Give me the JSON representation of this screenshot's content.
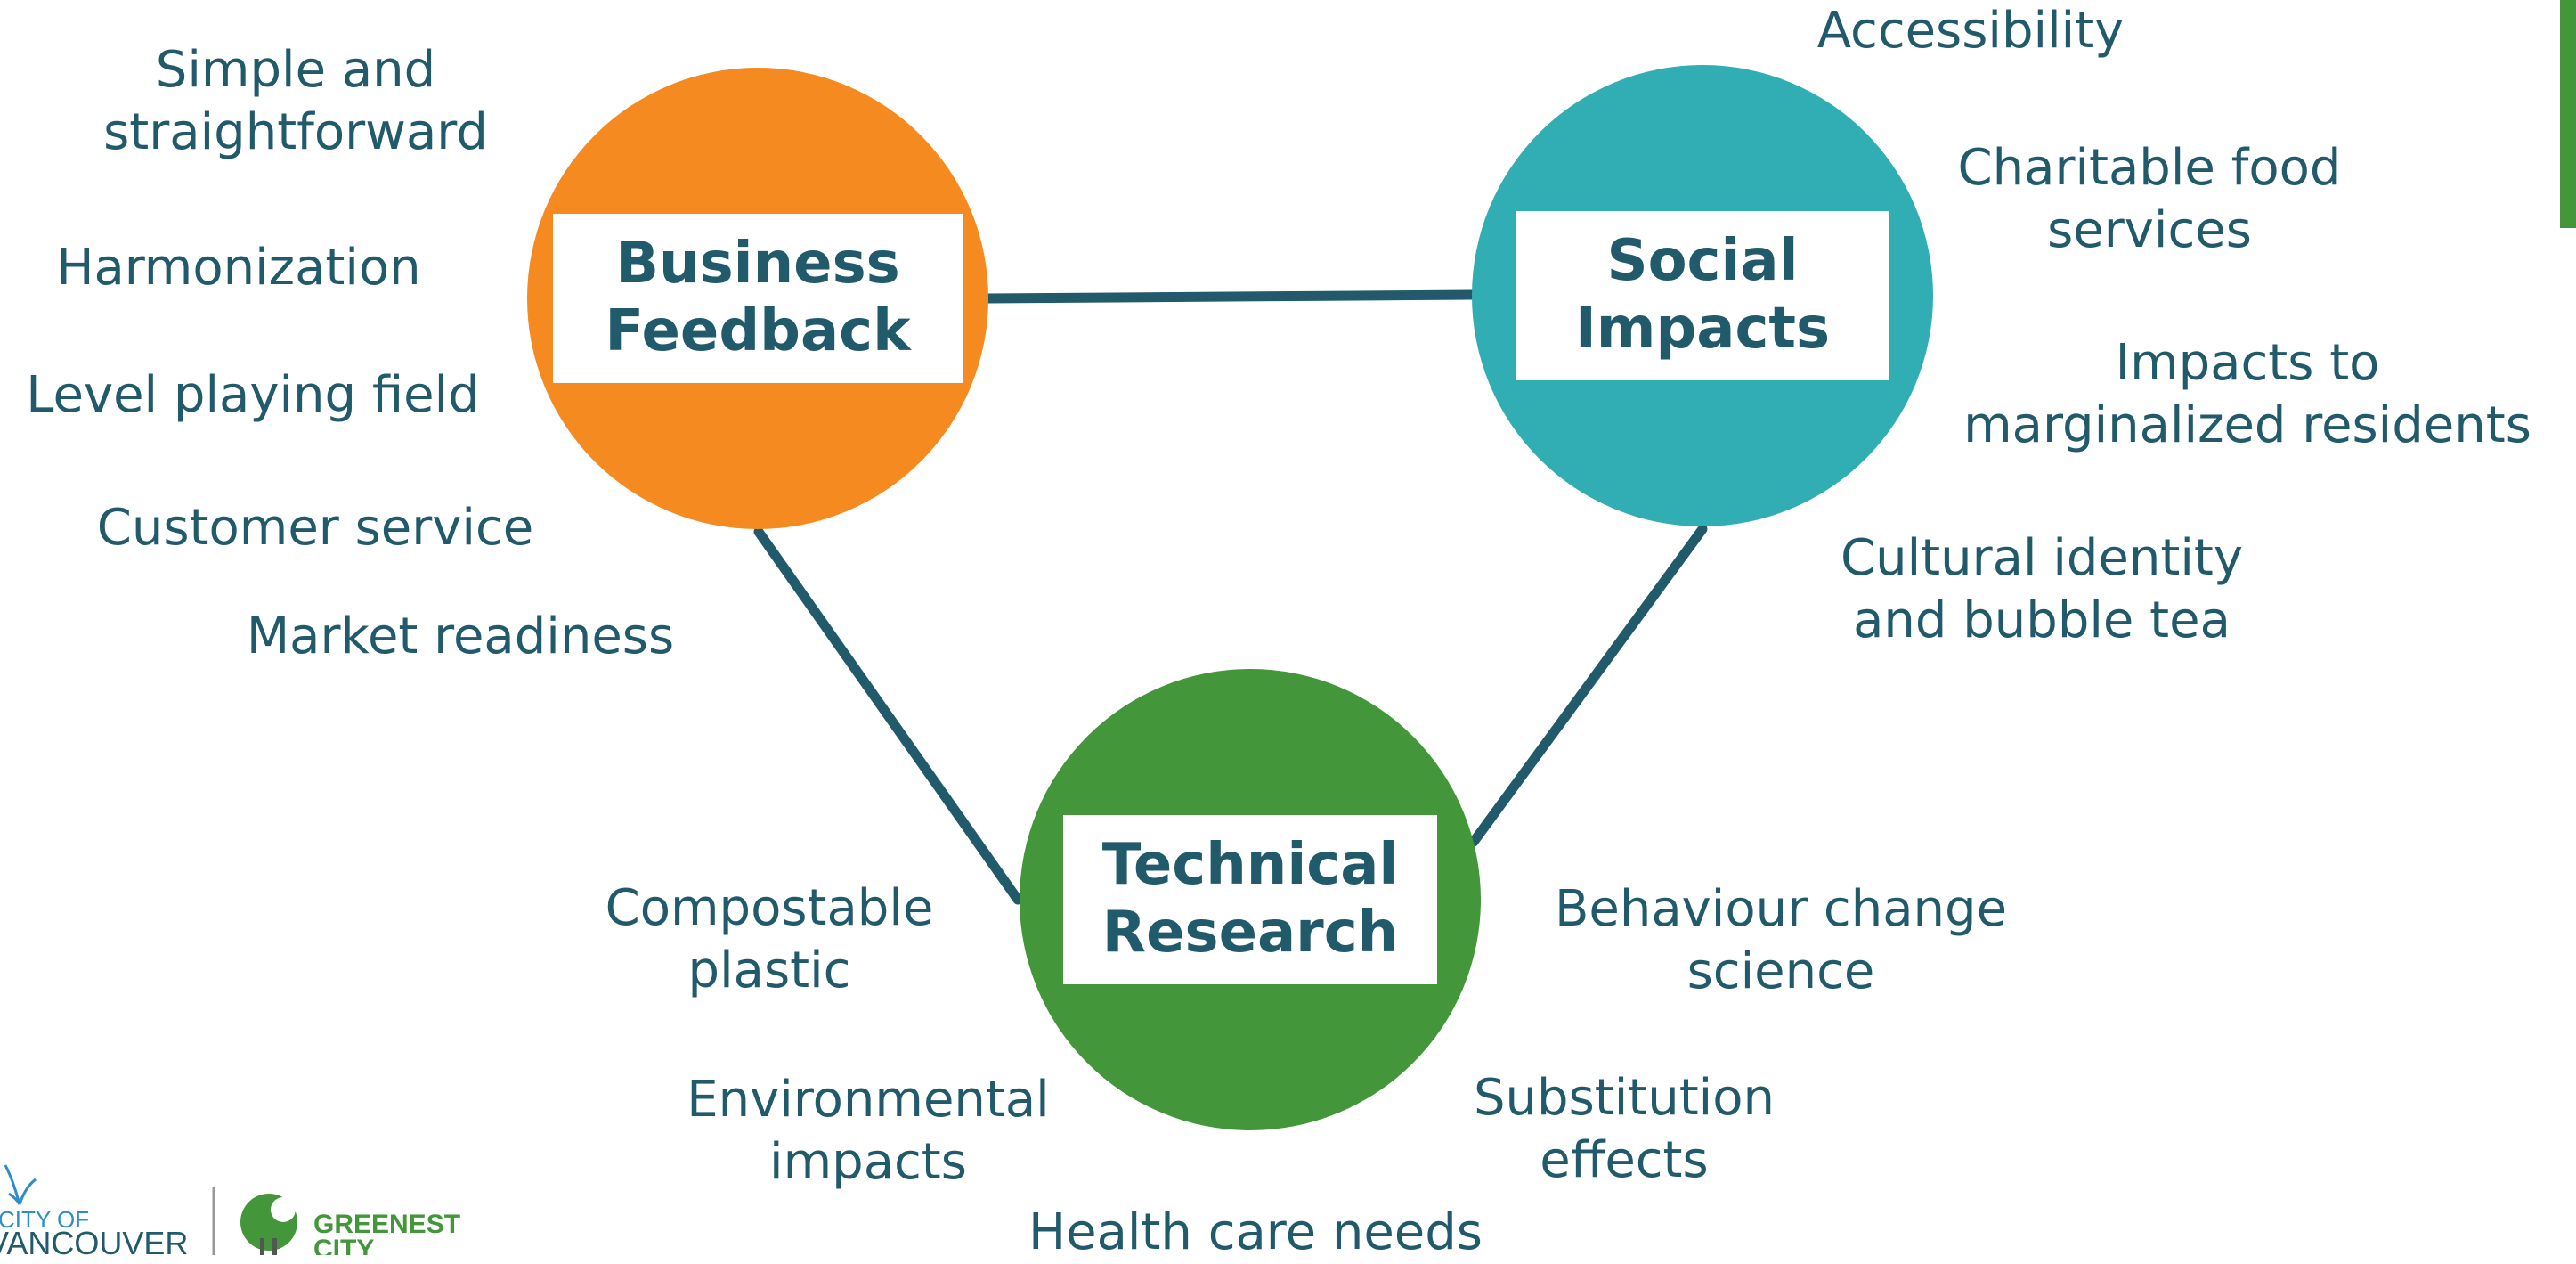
{
  "colors": {
    "text": "#215a6b",
    "connector": "#215a6b",
    "business": "#f58a21",
    "social": "#30aeb3",
    "technical": "#43963a",
    "accent": "#43963a",
    "vancouver_blue": "#2e8ec7"
  },
  "nodes": {
    "business": {
      "line1": "Business",
      "line2": "Feedback"
    },
    "social": {
      "line1": "Social",
      "line2": "Impacts"
    },
    "technical": {
      "line1": "Technical",
      "line2": "Research"
    }
  },
  "business_factors": [
    {
      "line1": "Simple and",
      "line2": "straightforward"
    },
    {
      "line1": "Harmonization"
    },
    {
      "line1": "Level playing field"
    },
    {
      "line1": "Customer service"
    },
    {
      "line1": "Market readiness"
    }
  ],
  "social_factors": [
    {
      "line1": "Accessibility"
    },
    {
      "line1": "Charitable food",
      "line2": "services"
    },
    {
      "line1": "Impacts to",
      "line2": "marginalized residents"
    },
    {
      "line1": "Cultural identity",
      "line2": "and bubble tea"
    }
  ],
  "technical_factors": [
    {
      "line1": "Compostable",
      "line2": "plastic"
    },
    {
      "line1": "Environmental",
      "line2": "impacts"
    },
    {
      "line1": "Health care needs"
    },
    {
      "line1": "Behaviour change",
      "line2": "science"
    },
    {
      "line1": "Substitution",
      "line2": "effects"
    }
  ],
  "logo": {
    "city_line1": "CITY OF",
    "city_line2": "VANCOUVER",
    "greenest_line1": "GREENEST",
    "greenest_line2": "CITY"
  }
}
